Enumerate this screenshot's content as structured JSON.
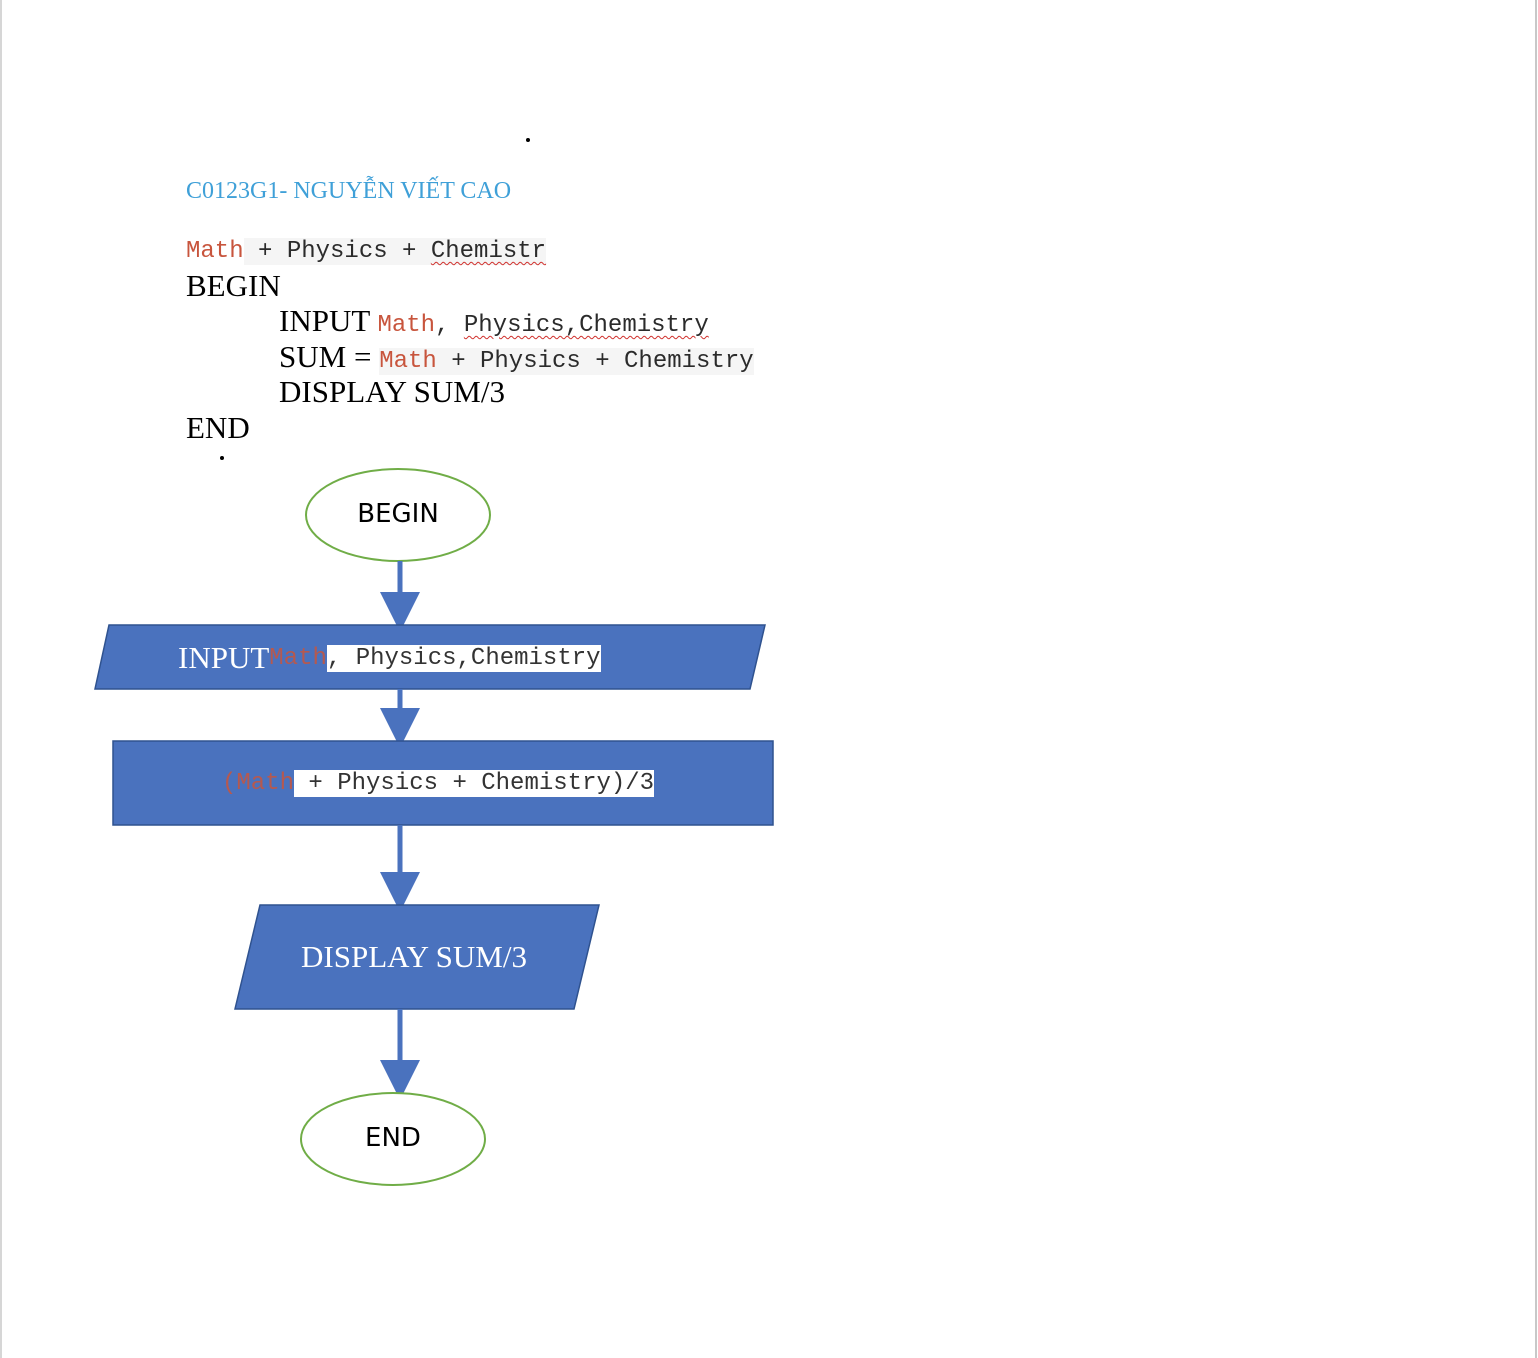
{
  "document": {
    "heading": "C0123G1- NGUYỄN VIẾT CAO",
    "expr_line": {
      "math": "Math",
      "rest_plain": " + Physics + ",
      "rest_squiggle": "Chemistr"
    },
    "begin": "BEGIN",
    "input_line": {
      "keyword": "INPUT ",
      "math": "Math",
      "comma": ", ",
      "rest": "Physics,Chemistry"
    },
    "sum_line": {
      "keyword": "SUM = ",
      "math": "Math",
      "rest": " + Physics + Chemistry"
    },
    "display_line": "DISPLAY SUM/3",
    "end": "END"
  },
  "flowchart": {
    "begin_label": "BEGIN",
    "input_shape": {
      "keyword": "INPUT ",
      "math": "Math",
      "rest": ", Physics,Chemistry"
    },
    "process_shape": {
      "math": "(Math",
      "rest": " + Physics + Chemistry)/3"
    },
    "display_label": "DISPLAY SUM/3",
    "end_label": "END"
  },
  "colors": {
    "shape_fill": "#4a72be",
    "shape_border": "#2f528f",
    "oval_border": "#70ad47",
    "heading": "#3fa0d8",
    "code_keyword_red": "#c8553d"
  }
}
